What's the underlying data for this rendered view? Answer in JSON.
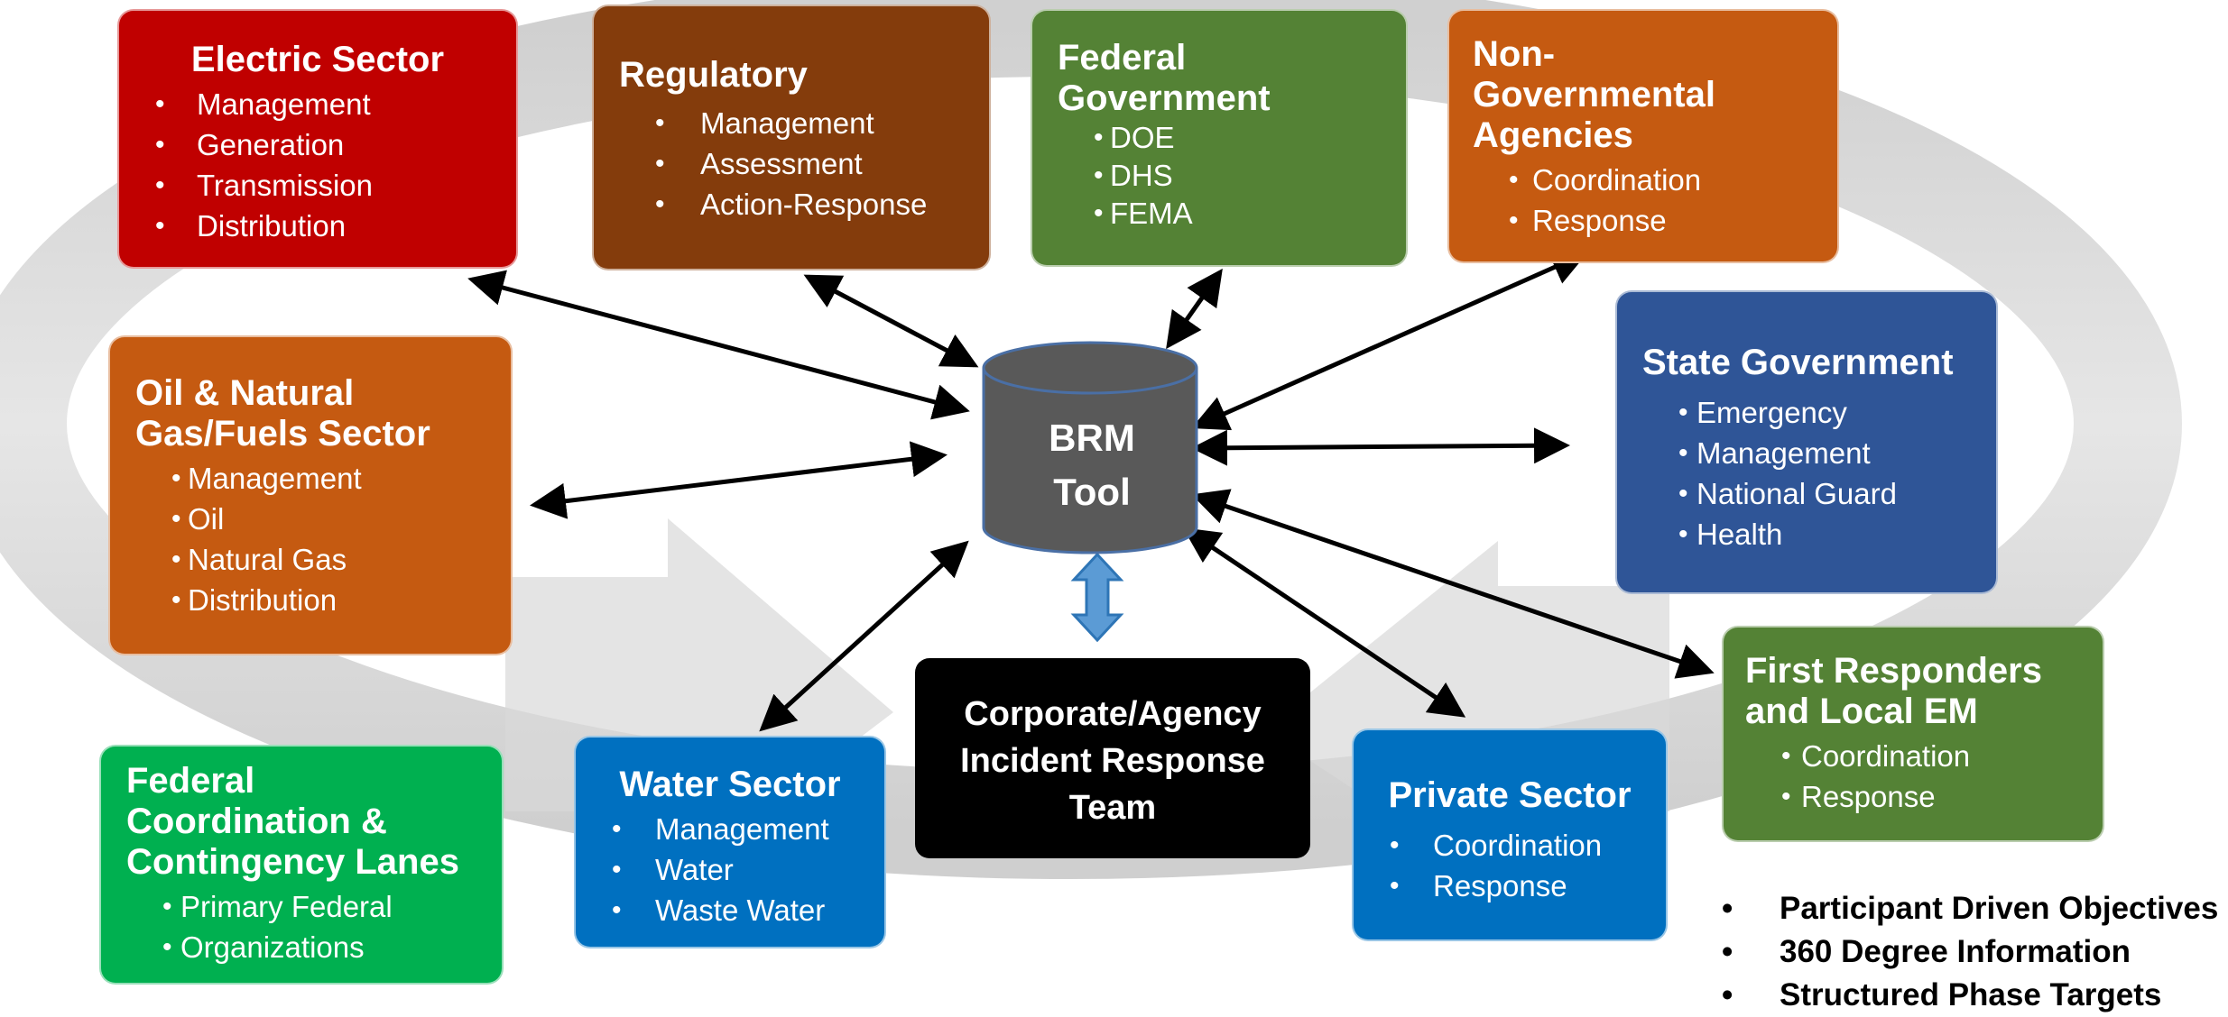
{
  "center": {
    "line1": "BRM",
    "line2": "Tool"
  },
  "team": {
    "line1": "Corporate/Agency",
    "line2": "Incident Response",
    "line3": "Team"
  },
  "boxes": {
    "electric": {
      "title": "Electric Sector",
      "items": [
        "Management",
        "Generation",
        "Transmission",
        "Distribution"
      ],
      "color": "#c00000"
    },
    "regulatory": {
      "title": "Regulatory",
      "items": [
        "Management",
        "Assessment",
        "Action-Response"
      ],
      "color": "#843c0c"
    },
    "federal_gov": {
      "title_line1": "Federal",
      "title_line2": "Government",
      "items": [
        "DOE",
        "DHS",
        "FEMA"
      ],
      "color": "#548235"
    },
    "ngo": {
      "title_line1": "Non-",
      "title_line2": "Governmental",
      "title_line3": "Agencies",
      "items": [
        "Coordination",
        "Response"
      ],
      "color": "#c55a11"
    },
    "oil_gas": {
      "title_line1": "Oil & Natural",
      "title_line2": "Gas/Fuels Sector",
      "items": [
        "Management",
        "Oil",
        "Natural Gas",
        "Distribution"
      ],
      "color": "#c55a11"
    },
    "state_gov": {
      "title": "State Government",
      "items": [
        "Emergency",
        "Management",
        "National Guard",
        "Health"
      ],
      "color": "#2f5597"
    },
    "first_responders": {
      "title_line1": "First Responders",
      "title_line2": "and Local EM",
      "items": [
        "Coordination",
        "Response"
      ],
      "color": "#548235"
    },
    "federal_coord": {
      "title_line1": "Federal",
      "title_line2": "Coordination &",
      "title_line3": "Contingency Lanes",
      "items": [
        "Primary Federal",
        "Organizations"
      ],
      "color": "#00b050"
    },
    "water": {
      "title": "Water Sector",
      "items": [
        "Management",
        "Water",
        "Waste Water"
      ],
      "color": "#0070c0"
    },
    "private": {
      "title": "Private Sector",
      "items": [
        "Coordination",
        "Response"
      ],
      "color": "#0070c0"
    }
  },
  "objectives": [
    "Participant Driven Objectives",
    "360 Degree Information",
    "Structured Phase Targets"
  ]
}
